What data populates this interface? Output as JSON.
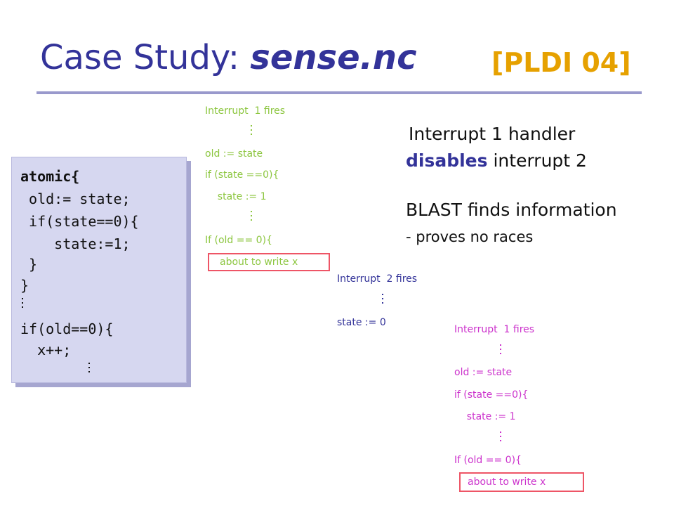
{
  "title": {
    "prefix": "Case Study: ",
    "filename": "sense.nc",
    "citation": "[PLDI 04]"
  },
  "code_box": {
    "lines": [
      "atomic{",
      " old:= state;",
      " if(state==0){",
      "    state:=1;",
      " }",
      "}",
      "if(old==0){",
      "  x++;"
    ]
  },
  "trace_1": {
    "header": "Interrupt  1 fires",
    "lines": [
      "old := state",
      "if (state ==0){",
      "    state := 1",
      "If (old == 0){"
    ],
    "highlight": "about to write x"
  },
  "trace_2": {
    "header": "Interrupt  2 fires",
    "lines": [
      "state := 0"
    ]
  },
  "trace_3": {
    "header": "Interrupt  1 fires",
    "lines": [
      "old := state",
      "if (state ==0){",
      "    state := 1",
      "If (old == 0){"
    ],
    "highlight": "about to write x"
  },
  "notes": {
    "handler_line1": "Interrupt 1 handler",
    "handler_emph": "disables",
    "handler_rest": " interrupt 2",
    "blast_line1": "BLAST finds information",
    "blast_line2": "- proves no races"
  },
  "colors": {
    "title": "#333399",
    "citation": "#e6a100",
    "trace_1": "#8cc63f",
    "trace_2": "#333399",
    "trace_3": "#cc33cc",
    "highlight_border": "#ee5566",
    "code_box_fill": "#d6d7f0"
  }
}
